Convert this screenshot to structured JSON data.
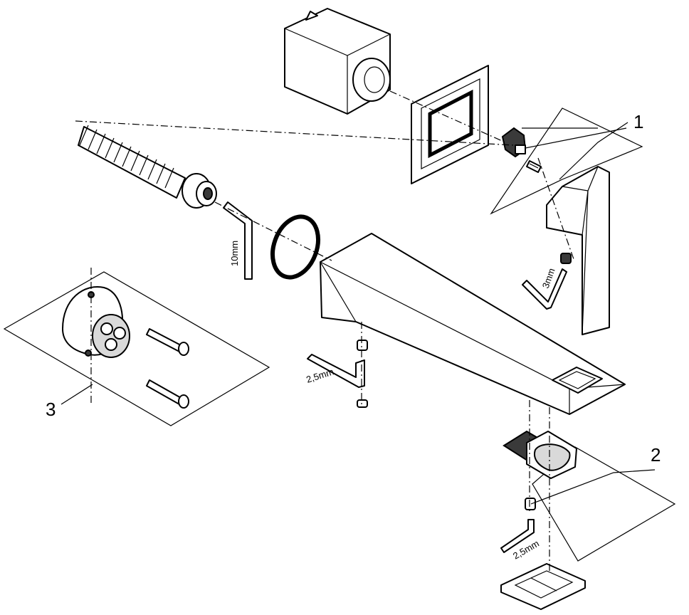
{
  "callouts": {
    "c1": "1",
    "c2": "2",
    "c3": "3"
  },
  "dimensions": {
    "hex_10mm": "10mm",
    "hex_3mm": "3mm",
    "hex_25mm_a": "2,5mm",
    "hex_25mm_b": "2,5mm"
  }
}
